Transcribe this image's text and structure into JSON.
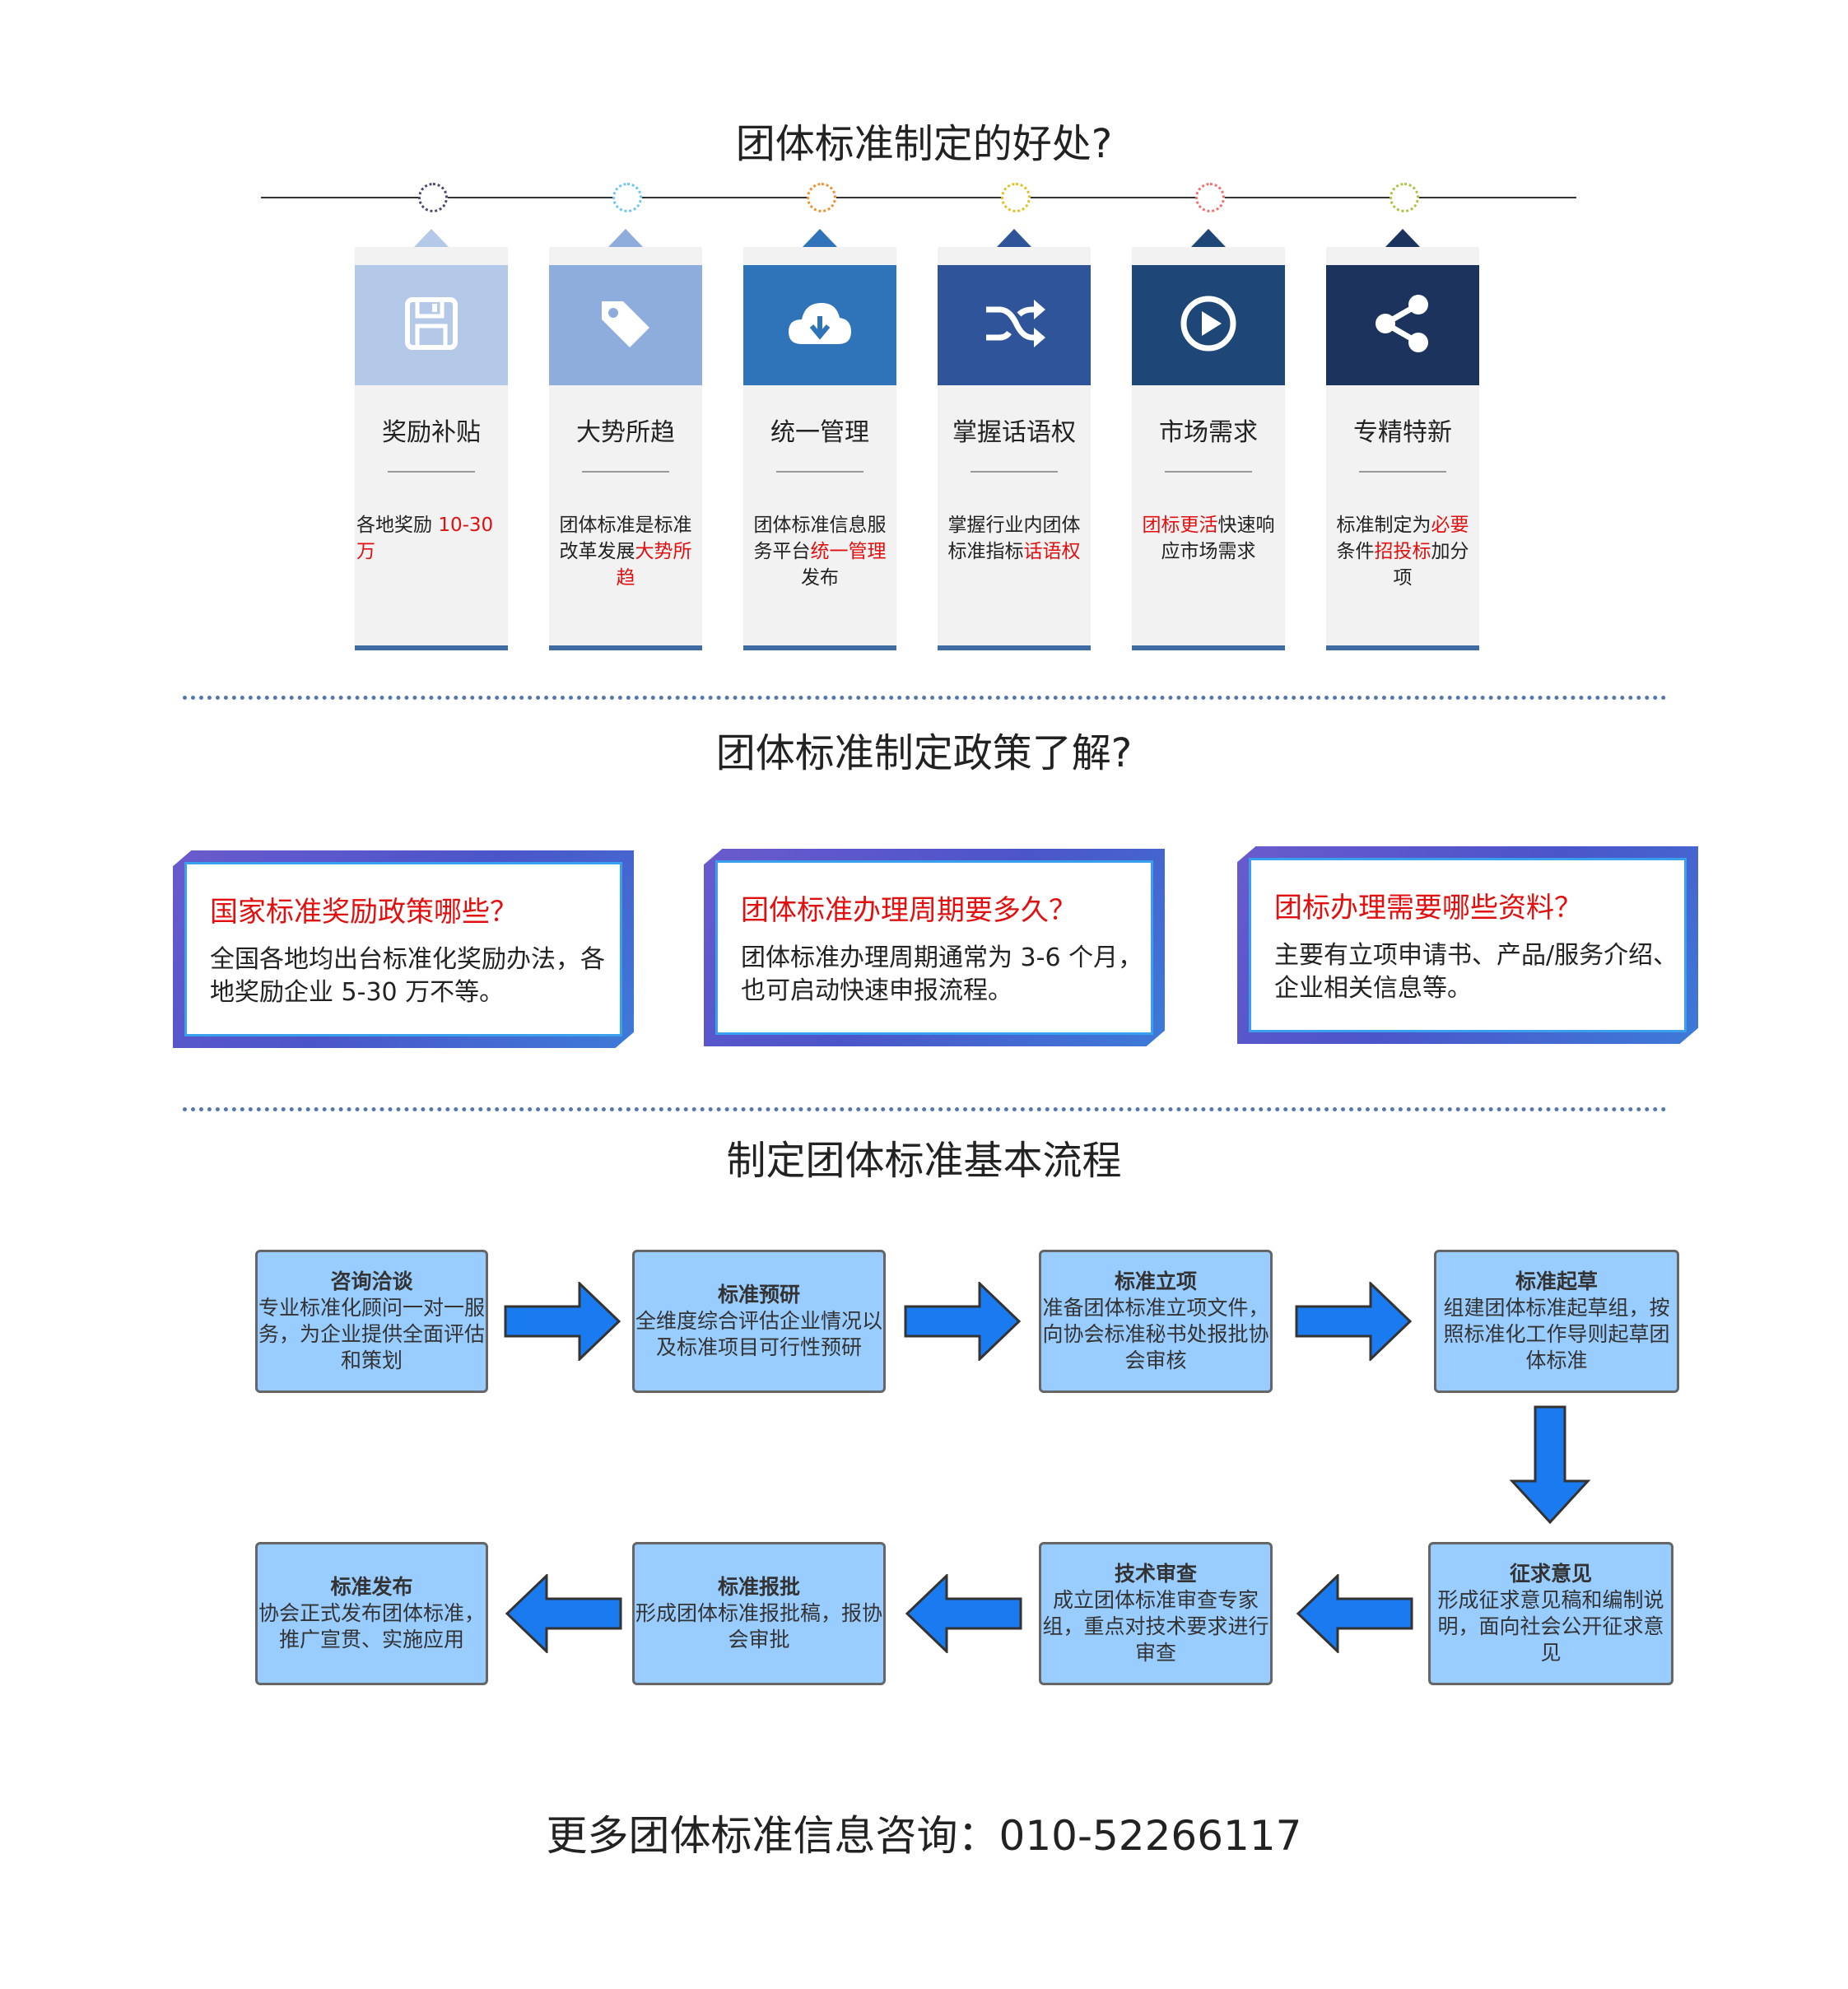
{
  "sections": {
    "benefits_title": "团体标准制定的好处?",
    "policy_title": "团体标准制定政策了解?",
    "flow_title": "制定团体标准基本流程"
  },
  "timeline_dots": [
    "#4a4a6a",
    "#6ec6f0",
    "#f09030",
    "#e0c020",
    "#f07070",
    "#b0c040"
  ],
  "cards": [
    {
      "title": "奖励补贴",
      "icon": "floppy-disk-icon",
      "color": "#b4c8e8",
      "desc_parts": [
        [
          "各地奖励 ",
          ""
        ],
        [
          "10-30 万",
          "red"
        ]
      ]
    },
    {
      "title": "大势所趋",
      "icon": "tag-icon",
      "color": "#8eacdc",
      "desc_parts": [
        [
          "团体标准是标准改革发展",
          ""
        ],
        [
          "大势所趋",
          "red"
        ]
      ]
    },
    {
      "title": "统一管理",
      "icon": "cloud-download-icon",
      "color": "#2f74b8",
      "desc_parts": [
        [
          "团体标准信息服务平台",
          ""
        ],
        [
          "统一管理",
          "red"
        ],
        [
          "发布",
          ""
        ]
      ]
    },
    {
      "title": "掌握话语权",
      "icon": "shuffle-icon",
      "color": "#30549a",
      "desc_parts": [
        [
          "掌握行业内团体标准指标",
          ""
        ],
        [
          "话语权",
          "red"
        ]
      ]
    },
    {
      "title": "市场需求",
      "icon": "play-circle-icon",
      "color": "#1e4676",
      "desc_parts": [
        [
          "团标更活",
          "red"
        ],
        [
          "快速响应市场需求",
          ""
        ]
      ]
    },
    {
      "title": "专精特新",
      "icon": "share-icon",
      "color": "#1c335e",
      "desc_parts": [
        [
          "标准制定为",
          ""
        ],
        [
          "必要",
          "red"
        ],
        [
          "条件",
          ""
        ],
        [
          "招投标",
          "red"
        ],
        [
          "加分项",
          ""
        ]
      ]
    }
  ],
  "policies": [
    {
      "q": "国家标准奖励政策哪些？",
      "a": "全国各地均出台标准化奖励办法，各地奖励企业 5-30 万不等。"
    },
    {
      "q": "团体标准办理周期要多久？",
      "a": "团体标准办理周期通常为 3-6 个月，也可启动快速申报流程。"
    },
    {
      "q": "团标办理需要哪些资料？",
      "a": "主要有立项申请书、产品/服务介绍、企业相关信息等。"
    }
  ],
  "flow": [
    {
      "title": "咨询洽谈",
      "text": "专业标准化顾问一对一服务，为企业提供全面评估和策划"
    },
    {
      "title": "标准预研",
      "text": "全维度综合评估企业情况以及标准项目可行性预研"
    },
    {
      "title": "标准立项",
      "text": "准备团体标准立项文件，向协会标准秘书处报批协会审核"
    },
    {
      "title": "标准起草",
      "text": "组建团体标准起草组，按照标准化工作导则起草团体标准"
    },
    {
      "title": "征求意见",
      "text": "形成征求意见稿和编制说明，面向社会公开征求意见"
    },
    {
      "title": "技术审查",
      "text": "成立团体标准审查专家组，重点对技术要求进行审查"
    },
    {
      "title": "标准报批",
      "text": "形成团体标准报批稿，报协会审批"
    },
    {
      "title": "标准发布",
      "text": "协会正式发布团体标准，推广宣贯、实施应用"
    }
  ],
  "contact": "更多团体标准信息咨询：010-52266117"
}
